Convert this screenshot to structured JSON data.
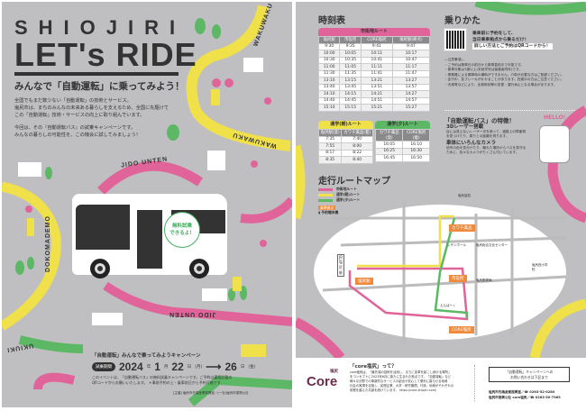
{
  "front": {
    "title1": "SHIOJIRI",
    "title2": "LET's RIDE",
    "subtitle": "みんなで「自動運転」に乗ってみよう！",
    "intro": [
      "全国でもまだ数少ない「自動運転」の技術とサービス。",
      "塩尻市は、まちのみんなの未来ある暮らしを支えるため、全国に先駆けて",
      "この「自動運転」技術・サービスの向上に取り組んでいます。"
    ],
    "intro2": [
      "今回は、その『自動運転バス』の試乗キャンペーンです。",
      "みんなの暮らしの可能性を、この機会に試してみましょう！"
    ],
    "road_labels": [
      "WAKUWAKU",
      "WAKUWAKU",
      "JIDO UNTEN",
      "DOKOMADEMO",
      "JIDO UNTEN",
      "UKIUKI"
    ],
    "bubble": [
      "無料試乗",
      "できるよ！"
    ],
    "campaign": "「自動運転」みんなで乗ってみようキャンペーン",
    "badge": "試乗期間",
    "date_start": {
      "year": "2024",
      "y": "年",
      "month": "1",
      "m": "月",
      "day": "22",
      "d": "日",
      "dow": "(月)"
    },
    "arrow": "⟶",
    "date_end": {
      "day": "26",
      "d": "日",
      "dow": "(金)"
    },
    "note": [
      "このイベントは、「自動運転バス」の無料試乗キャンペーンです。ご予約は裏面記載の",
      "QRコードからお願いいたします。 ＊事前予約の上・乗車前日から予約可能です"
    ],
    "organizer": "[主催] 塩尻市先端産業振興室／(一社)塩尻市振興公社"
  },
  "back": {
    "timetable_title": "時刻表",
    "main_route": {
      "name": "市街地ルート",
      "headers": [
        "塩尻駅",
        "市役所",
        "CORE塩尻",
        "塩尻駅(終点)"
      ],
      "rows": [
        [
          "9:30",
          "9:35",
          "9:41",
          "9:47"
        ],
        [
          "10:00",
          "10:05",
          "10:11",
          "10:17"
        ],
        [
          "10:30",
          "10:35",
          "10:41",
          "10:47"
        ],
        [
          "11:00",
          "11:05",
          "11:11",
          "11:17"
        ],
        [
          "11:30",
          "11:35",
          "11:41",
          "11:47"
        ],
        [
          "13:10",
          "13:15",
          "13:21",
          "13:27"
        ],
        [
          "13:40",
          "13:45",
          "13:51",
          "13:57"
        ],
        [
          "14:10",
          "14:15",
          "14:21",
          "14:27"
        ],
        [
          "14:40",
          "14:45",
          "14:51",
          "14:57"
        ],
        [
          "15:10",
          "15:15",
          "15:21",
          "15:27"
        ]
      ]
    },
    "morning_route": {
      "name": "通学(朝)ルート",
      "headers": [
        "塩尻駅(発)",
        "カワチ薬品(着)"
      ],
      "rows": [
        [
          "7:35",
          "7:40"
        ],
        [
          "7:55",
          "8:00"
        ],
        [
          "8:17",
          "8:22"
        ],
        [
          "8:35",
          "8:40"
        ]
      ]
    },
    "evening_route": {
      "name": "通学(夕)ルート",
      "headers": [
        "カワチ薬品(発)",
        "CORE塩尻(着)"
      ],
      "rows": [
        [
          "16:05",
          "16:10"
        ],
        [
          "16:25",
          "16:30"
        ],
        [
          "16:45",
          "16:50"
        ]
      ]
    },
    "howto_title": "乗りかた",
    "howto": [
      "乗車前に予約をして、",
      "当日乗車拠点から乗るだけ！"
    ],
    "howto_highlight": "詳しい方法とご予約はQRコードから！",
    "notes_title": "―注意事項―",
    "notes": [
      "・ご予約は乗車日の前日から乗車直前まで可能です。",
      "・乗車対象は3歳以上(未就学児は保護者同伴)です。",
      "・乗務員による乗降時の補助ができません。介助が必要な方はご配慮ください。",
      "・走行中、急ブレーキがかかることがあります。妊娠中の方はご注意ください。",
      "・天候等などにより、出発時刻等の変更・運行休止となる場合があります。"
    ],
    "features_title": "「自動運転バス」の特徴！",
    "feature1_title": "3Dレーザー搭載",
    "feature1_text": "目には見えないレーザー光を使って、道路上の障害物を見つけたり、周りとの距離を測ります。",
    "feature2_title": "車体にいろんなカメラ",
    "feature2_text": "信号の色を見分けたり、離れた場所からバスを見守るために、色々なカメラがたくさん付いています。",
    "hello": "HELLO!",
    "map_title": "走行ルートマップ",
    "legend": [
      {
        "label": "市街地ルート",
        "color": "#e0649a"
      },
      {
        "label": "通学(朝)ルート",
        "color": "#f0e04a"
      },
      {
        "label": "通学(夕)ルート",
        "color": "#5cb865"
      }
    ],
    "legend_stop": "乗降拠点",
    "legend_reserve": "予約端末機",
    "stops": [
      "カワチ薬品",
      "塩尻駅",
      "市役所",
      "CORE塩尻"
    ],
    "map_labels": [
      "JR塩尻駅",
      "レザンホール",
      "塩尻総合文化センター",
      "塩尻西小学校",
      "塩尻郵便局",
      "えんぱーく",
      "塩尻高校"
    ],
    "core_title": "「core塩尻」って？",
    "core_text": [
      "core塩尻は、「最先端の技術を活用し、まちに変革を起こし続ける場所」",
      "をコンセプトに2023年6月に新たに生まれた拠点です。「自動運転」など",
      "様々な分野での革新的なサービスの創出や安心して便利に暮らせる地域",
      "社会の実現を目指し、民間企業、大学・研究機関、行政、地域がそれぞれの",
      "垣根を越えた共創を続けています。"
    ],
    "core_url": "https://core.shiojiri.com/",
    "core_logo": "Core",
    "core_logo_sub": "塩尻",
    "contact_box": [
      "「自動運転」キャンペーンへの",
      "お問い合わせは下記まで"
    ],
    "contact1": "塩尻市先端産業振興室／☎ 0263-52-0280",
    "contact2": "塩尻市振興公社 core塩尻／☎ 0263-50-7969"
  }
}
